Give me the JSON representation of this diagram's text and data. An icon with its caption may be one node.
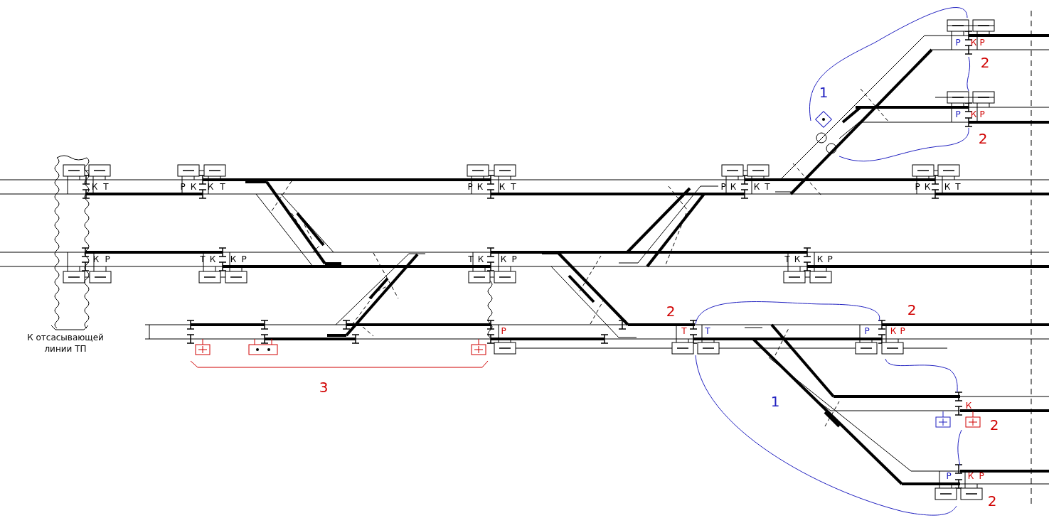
{
  "diagram": {
    "labels": [
      "Р",
      "К",
      "Р",
      "2",
      "1",
      "Р",
      "К",
      "Р",
      "2",
      "К",
      "Т",
      "Р",
      "К",
      "К",
      "Т",
      "Р",
      "К",
      "К",
      "Т",
      "Р",
      "К",
      "К",
      "Т",
      "Р",
      "К",
      "К",
      "Т",
      "К",
      "Р",
      "Т",
      "К",
      "К",
      "Р",
      "Т",
      "К",
      "К",
      "Р",
      "Т",
      "К",
      "К",
      "Р",
      "2",
      "2",
      "Р",
      "Т",
      "Т",
      "Р",
      "К",
      "Р",
      "К отсасывающей линии ТП",
      "3",
      "1",
      "К",
      "2",
      "Р",
      "К",
      "Р",
      "2"
    ]
  }
}
